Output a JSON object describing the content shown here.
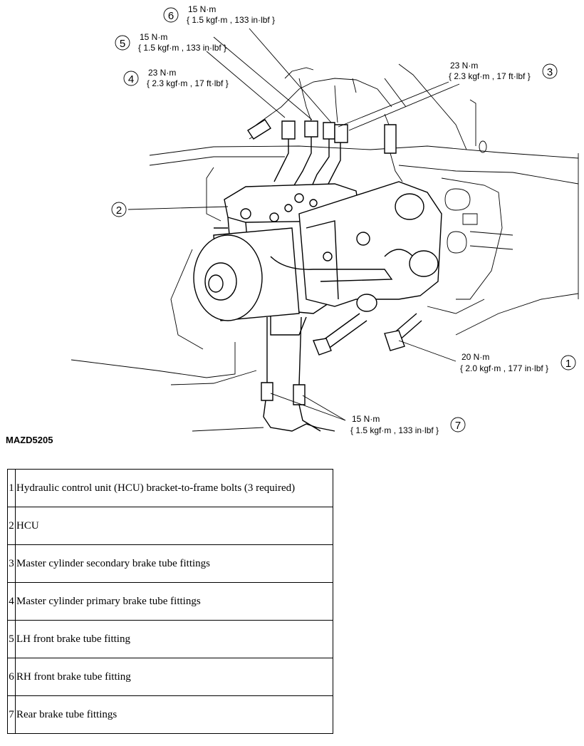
{
  "figure_id": "MAZD5205",
  "callouts": [
    {
      "num": "1",
      "torque": "20 N·m",
      "spec": "{ 2.0 kgf·m , 177 in·lbf }"
    },
    {
      "num": "2"
    },
    {
      "num": "3",
      "torque": "23 N·m",
      "spec": "{ 2.3 kgf·m , 17 ft·lbf }"
    },
    {
      "num": "4",
      "torque": "23 N·m",
      "spec": "{ 2.3 kgf·m , 17 ft·lbf }"
    },
    {
      "num": "5",
      "torque": "15 N·m",
      "spec": "{ 1.5 kgf·m , 133 in·lbf }"
    },
    {
      "num": "6",
      "torque": "15 N·m",
      "spec": "{ 1.5 kgf·m , 133 in·lbf }"
    },
    {
      "num": "7",
      "torque": "15 N·m",
      "spec": "{ 1.5 kgf·m , 133 in·lbf }"
    }
  ],
  "legend": [
    {
      "num": "1",
      "text": "Hydraulic control unit (HCU) bracket-to-frame bolts (3 required)"
    },
    {
      "num": "2",
      "text": "HCU"
    },
    {
      "num": "3",
      "text": "Master cylinder secondary brake tube fittings"
    },
    {
      "num": "4",
      "text": "Master cylinder primary brake tube fittings"
    },
    {
      "num": "5",
      "text": "LH front brake tube fitting"
    },
    {
      "num": "6",
      "text": "RH front brake tube fitting"
    },
    {
      "num": "7",
      "text": "Rear brake tube fittings"
    }
  ]
}
